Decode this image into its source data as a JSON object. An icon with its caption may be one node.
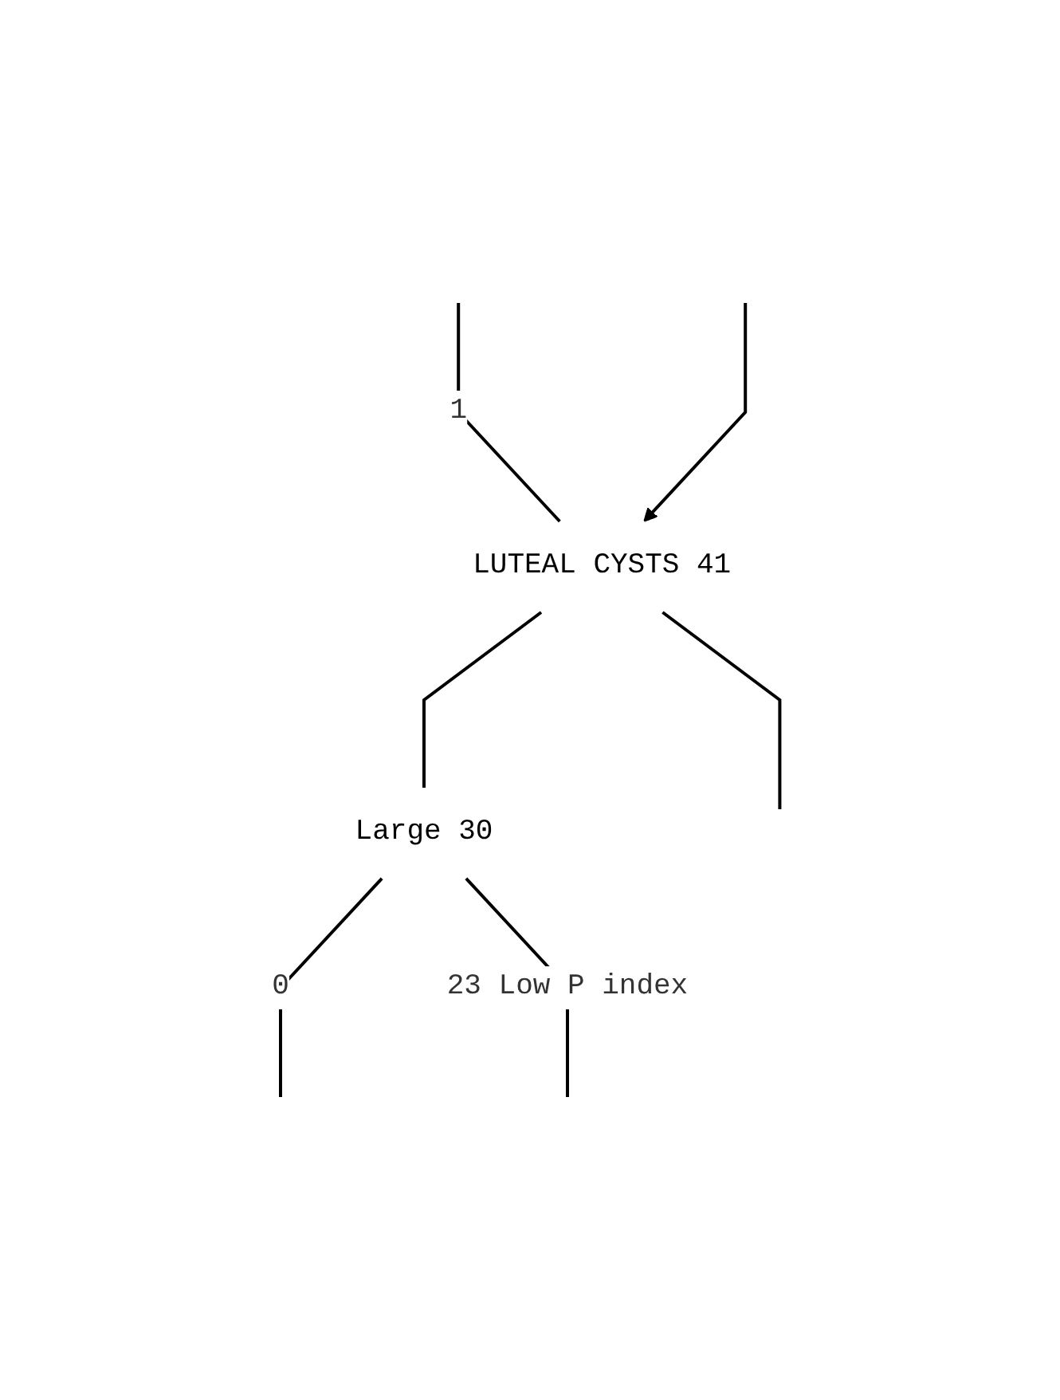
{
  "diagram": {
    "nodes": [
      {
        "text": [
          "LUTEAL CYSTS 41"
        ]
      },
      {
        "text": [
          "Large 30"
        ]
      }
    ],
    "edges": [
      {
        "from": null,
        "to": 0,
        "arrow": "none",
        "label": "1"
      },
      {
        "from": null,
        "to": 0,
        "arrow": "to"
      },
      {
        "from": 0,
        "to": 1,
        "arrow": "none"
      },
      {
        "from": 0,
        "to": null,
        "arrow": "none"
      },
      {
        "from": 1,
        "to": null,
        "arrow": "none",
        "label": "0"
      },
      {
        "from": 1,
        "to": null,
        "arrow": "none",
        "label": "23 Low P index"
      }
    ]
  }
}
